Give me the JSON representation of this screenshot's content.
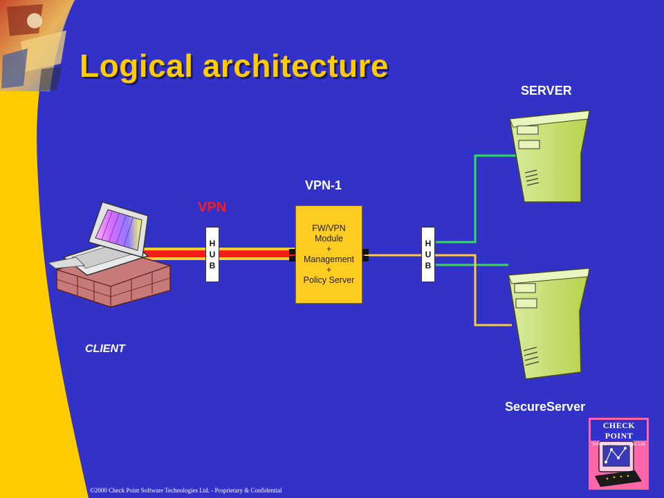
{
  "slide": {
    "title": "Logical architecture",
    "copyright": "©2000 Check Point Software Technologies Ltd. - Proprietary & Confidential"
  },
  "labels": {
    "server": "SERVER",
    "vpn1": "VPN-1",
    "vpn": "VPN",
    "client": "CLIENT",
    "secure_server": "SecureServer"
  },
  "firewall": {
    "lines": [
      "FW/VPN",
      "Module",
      "+",
      "Management",
      "+",
      "Policy Server"
    ]
  },
  "hubs": {
    "left_letters": [
      "H",
      "U",
      "B"
    ],
    "right_letters": [
      "H",
      "U",
      "B"
    ]
  },
  "logo": {
    "title": "CHECK POINT",
    "subtitle": "Software Technologies Ltd."
  },
  "colors": {
    "background": "#3232c8",
    "title": "#ffcc00",
    "sidebar": "#ffcc00",
    "vpn_tunnel": "#ff1a1a",
    "link_green": "#33dd55",
    "link_yellow": "#ffcc33",
    "server_body": "#c8e060",
    "firewall_box": "#ffcc22"
  }
}
